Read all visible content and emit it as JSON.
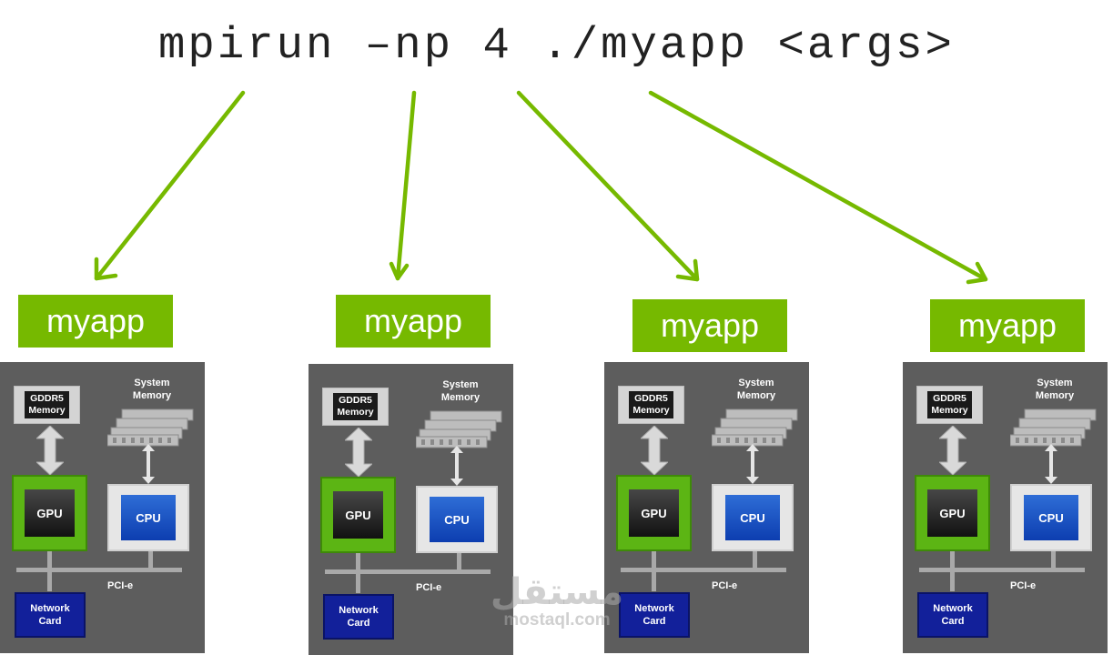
{
  "command": "mpirun –np 4 ./myapp <args>",
  "accent_color": "#76b900",
  "processes": [
    {
      "label": "myapp"
    },
    {
      "label": "myapp"
    },
    {
      "label": "myapp"
    },
    {
      "label": "myapp"
    }
  ],
  "node": {
    "gpu_memory": "GDDR5\nMemory",
    "system_memory": "System\nMemory",
    "gpu": "GPU",
    "cpu": "CPU",
    "bus": "PCI-e",
    "network": "Network\nCard"
  },
  "watermark": {
    "arabic": "مستقل",
    "latin": "mostaql.com"
  }
}
